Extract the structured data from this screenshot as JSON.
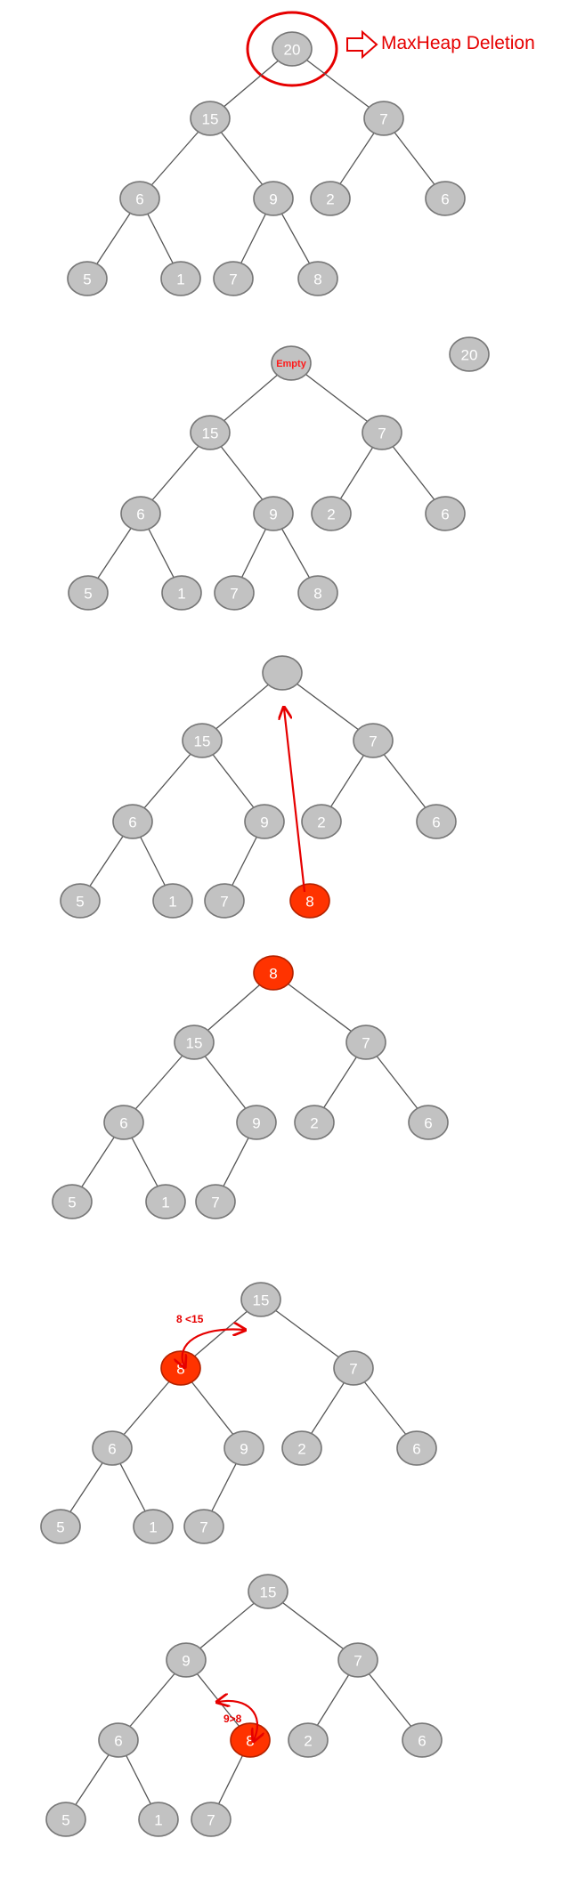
{
  "title": "MaxHeap Deletion",
  "colors": {
    "node": "#c2c2c2",
    "highlight": "#ff3300",
    "annotation": "#e60000"
  },
  "steps": [
    {
      "nodes": [
        {
          "id": "a",
          "label": "20"
        },
        {
          "id": "b",
          "label": "15"
        },
        {
          "id": "c",
          "label": "7"
        },
        {
          "id": "d",
          "label": "6"
        },
        {
          "id": "e",
          "label": "9"
        },
        {
          "id": "f",
          "label": "2"
        },
        {
          "id": "g",
          "label": "6"
        },
        {
          "id": "h",
          "label": "5"
        },
        {
          "id": "i",
          "label": "1"
        },
        {
          "id": "j",
          "label": "7"
        },
        {
          "id": "k",
          "label": "8"
        }
      ],
      "edges": [
        [
          "a",
          "b"
        ],
        [
          "a",
          "c"
        ],
        [
          "b",
          "d"
        ],
        [
          "b",
          "e"
        ],
        [
          "c",
          "f"
        ],
        [
          "c",
          "g"
        ],
        [
          "d",
          "h"
        ],
        [
          "d",
          "i"
        ],
        [
          "e",
          "j"
        ],
        [
          "e",
          "k"
        ]
      ]
    },
    {
      "nodes": [
        {
          "id": "a",
          "label": "Empty"
        },
        {
          "id": "b",
          "label": "15"
        },
        {
          "id": "c",
          "label": "7"
        },
        {
          "id": "d",
          "label": "6"
        },
        {
          "id": "e",
          "label": "9"
        },
        {
          "id": "f",
          "label": "2"
        },
        {
          "id": "g",
          "label": "6"
        },
        {
          "id": "h",
          "label": "5"
        },
        {
          "id": "i",
          "label": "1"
        },
        {
          "id": "j",
          "label": "7"
        },
        {
          "id": "k",
          "label": "8"
        },
        {
          "id": "x",
          "label": "20"
        }
      ],
      "edges": [
        [
          "a",
          "b"
        ],
        [
          "a",
          "c"
        ],
        [
          "b",
          "d"
        ],
        [
          "b",
          "e"
        ],
        [
          "c",
          "f"
        ],
        [
          "c",
          "g"
        ],
        [
          "d",
          "h"
        ],
        [
          "d",
          "i"
        ],
        [
          "e",
          "j"
        ],
        [
          "e",
          "k"
        ]
      ]
    },
    {
      "nodes": [
        {
          "id": "a",
          "label": ""
        },
        {
          "id": "b",
          "label": "15"
        },
        {
          "id": "c",
          "label": "7"
        },
        {
          "id": "d",
          "label": "6"
        },
        {
          "id": "e",
          "label": "9"
        },
        {
          "id": "f",
          "label": "2"
        },
        {
          "id": "g",
          "label": "6"
        },
        {
          "id": "h",
          "label": "5"
        },
        {
          "id": "i",
          "label": "1"
        },
        {
          "id": "j",
          "label": "7"
        },
        {
          "id": "k",
          "label": "8",
          "highlight": true
        }
      ],
      "edges": [
        [
          "a",
          "b"
        ],
        [
          "a",
          "c"
        ],
        [
          "b",
          "d"
        ],
        [
          "b",
          "e"
        ],
        [
          "c",
          "f"
        ],
        [
          "c",
          "g"
        ],
        [
          "d",
          "h"
        ],
        [
          "d",
          "i"
        ],
        [
          "e",
          "j"
        ]
      ]
    },
    {
      "nodes": [
        {
          "id": "a",
          "label": "8",
          "highlight": true
        },
        {
          "id": "b",
          "label": "15"
        },
        {
          "id": "c",
          "label": "7"
        },
        {
          "id": "d",
          "label": "6"
        },
        {
          "id": "e",
          "label": "9"
        },
        {
          "id": "f",
          "label": "2"
        },
        {
          "id": "g",
          "label": "6"
        },
        {
          "id": "h",
          "label": "5"
        },
        {
          "id": "i",
          "label": "1"
        },
        {
          "id": "j",
          "label": "7"
        }
      ],
      "edges": [
        [
          "a",
          "b"
        ],
        [
          "a",
          "c"
        ],
        [
          "b",
          "d"
        ],
        [
          "b",
          "e"
        ],
        [
          "c",
          "f"
        ],
        [
          "c",
          "g"
        ],
        [
          "d",
          "h"
        ],
        [
          "d",
          "i"
        ],
        [
          "e",
          "j"
        ]
      ]
    },
    {
      "annotation": "8 <15",
      "nodes": [
        {
          "id": "a",
          "label": "15"
        },
        {
          "id": "b",
          "label": "8",
          "highlight": true
        },
        {
          "id": "c",
          "label": "7"
        },
        {
          "id": "d",
          "label": "6"
        },
        {
          "id": "e",
          "label": "9"
        },
        {
          "id": "f",
          "label": "2"
        },
        {
          "id": "g",
          "label": "6"
        },
        {
          "id": "h",
          "label": "5"
        },
        {
          "id": "i",
          "label": "1"
        },
        {
          "id": "j",
          "label": "7"
        }
      ],
      "edges": [
        [
          "a",
          "b"
        ],
        [
          "a",
          "c"
        ],
        [
          "b",
          "d"
        ],
        [
          "b",
          "e"
        ],
        [
          "c",
          "f"
        ],
        [
          "c",
          "g"
        ],
        [
          "d",
          "h"
        ],
        [
          "d",
          "i"
        ],
        [
          "e",
          "j"
        ]
      ]
    },
    {
      "annotation": "9>8",
      "nodes": [
        {
          "id": "a",
          "label": "15"
        },
        {
          "id": "b",
          "label": "9"
        },
        {
          "id": "c",
          "label": "7"
        },
        {
          "id": "d",
          "label": "6"
        },
        {
          "id": "e",
          "label": "8",
          "highlight": true
        },
        {
          "id": "f",
          "label": "2"
        },
        {
          "id": "g",
          "label": "6"
        },
        {
          "id": "h",
          "label": "5"
        },
        {
          "id": "i",
          "label": "1"
        },
        {
          "id": "j",
          "label": "7"
        }
      ],
      "edges": [
        [
          "a",
          "b"
        ],
        [
          "a",
          "c"
        ],
        [
          "b",
          "d"
        ],
        [
          "b",
          "e"
        ],
        [
          "c",
          "f"
        ],
        [
          "c",
          "g"
        ],
        [
          "d",
          "h"
        ],
        [
          "d",
          "i"
        ],
        [
          "e",
          "j"
        ]
      ]
    }
  ]
}
